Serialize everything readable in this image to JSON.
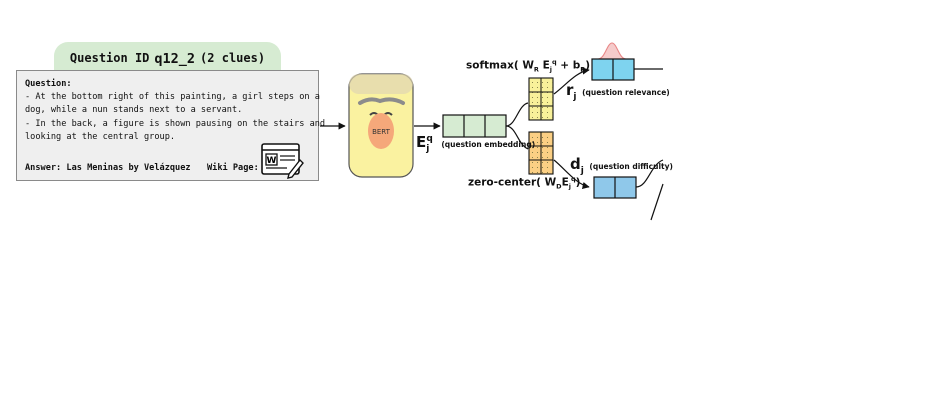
{
  "question_id": {
    "prefix": "Question ID",
    "id": "q12_2",
    "clues": "(2 clues)"
  },
  "question_card": {
    "heading": "Question:",
    "lines": [
      "- At the bottom right of this painting, a girl steps on a",
      "dog, while a nun stands next to a servant.",
      "- In the back, a figure is shown pausing on the stairs and",
      "looking at the central group."
    ],
    "answer": "Answer: Las Meninas by Velázquez",
    "wiki_label": "Wiki Page:",
    "wiki_icon_letter": "W"
  },
  "model": {
    "label": "BERT"
  },
  "embedding": {
    "symbol": "E",
    "sub": "j",
    "sup": "q",
    "caption": "(question embedding)"
  },
  "relevance": {
    "formula_func": "softmax(",
    "formula_W": "W",
    "formula_W_sub": "R",
    "formula_E": "E",
    "formula_E_sub": "j",
    "formula_E_sup": "q",
    "formula_plus": " + b",
    "formula_b_sub": "R",
    "formula_close": ")",
    "symbol": "r",
    "sub": "j",
    "caption": "(question relevance)"
  },
  "difficulty": {
    "formula_func": "zero-center(",
    "formula_W": "W",
    "formula_W_sub": "D",
    "formula_E": "E",
    "formula_E_sub": "j",
    "formula_E_sup": "q",
    "formula_close": ")",
    "symbol": "d",
    "sub": "j",
    "caption": "(question difficulty)"
  },
  "colors": {
    "pill": "#d6ebd2",
    "card_bg": "#efefef",
    "bert_body": "#faf2a0",
    "bert_face": "#f5a87a",
    "embedding": "#d6ebd2",
    "relevance_matrix": "#f8f19a",
    "difficulty_matrix": "#fbcf84",
    "output_box": "#7ed3ef",
    "output_box_blue": "#8fc8ea",
    "gaussian": "#e57373"
  }
}
